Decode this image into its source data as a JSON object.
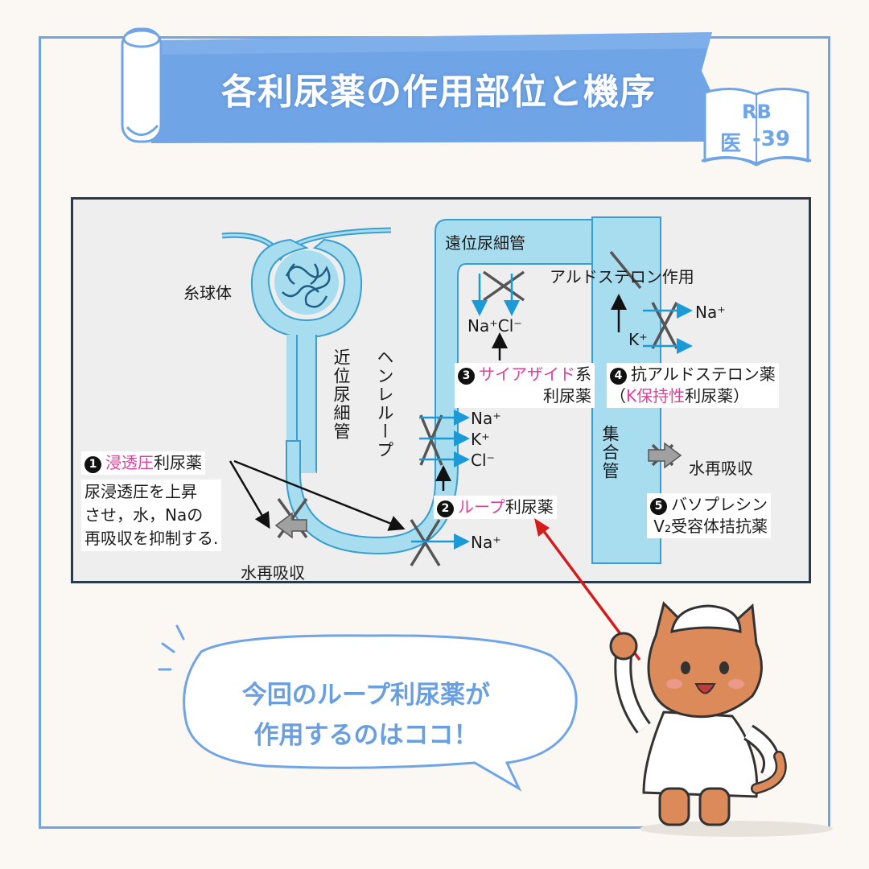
{
  "title": "各利尿薬の作用部位と機序",
  "badge": {
    "line1": "RB",
    "line2a": "医",
    "line2b": "-39"
  },
  "diagram": {
    "glomerulus": "糸球体",
    "proximal_tubule": "近位尿細管",
    "henle_loop": "ヘンレループ",
    "distal_tubule": "遠位尿細管",
    "collecting_duct": "集合管",
    "aldosterone_action": "アルドステロン作用",
    "water_reabsorption_left": "水再吸収",
    "water_reabsorption_right": "水再吸収",
    "ions": {
      "na": "Na⁺",
      "k": "K⁺",
      "cl": "Cl⁻",
      "nacl": "Na⁺Cl⁻"
    },
    "drugs": [
      {
        "num": "1",
        "highlight": "浸透圧",
        "suffix": "利尿薬",
        "desc": [
          "尿浸透圧を上昇",
          "させ，水，Naの",
          "再吸収を抑制する."
        ]
      },
      {
        "num": "2",
        "highlight": "ループ",
        "suffix": "利尿薬"
      },
      {
        "num": "3",
        "highlight": "サイアザイド",
        "suffix": "系",
        "line2": "利尿薬"
      },
      {
        "num": "4",
        "prefix": "抗アルドステロン薬",
        "line2_open": "（",
        "line2_highlight": "K保持性",
        "line2_suffix": "利尿薬）"
      },
      {
        "num": "5",
        "line1": "バソプレシン",
        "line2": "V₂受容体拮抗薬"
      }
    ]
  },
  "speech": {
    "line1": "今回のループ利尿薬が",
    "line2": "作用するのはココ！"
  },
  "colors": {
    "frame": "#6fa4e6",
    "tubule": "#a8ddf0",
    "tubule_stroke": "#3a9fce",
    "pink": "#e0409a",
    "arrow_red": "#d51c1c",
    "ion_arrow": "#1a9ad6"
  }
}
